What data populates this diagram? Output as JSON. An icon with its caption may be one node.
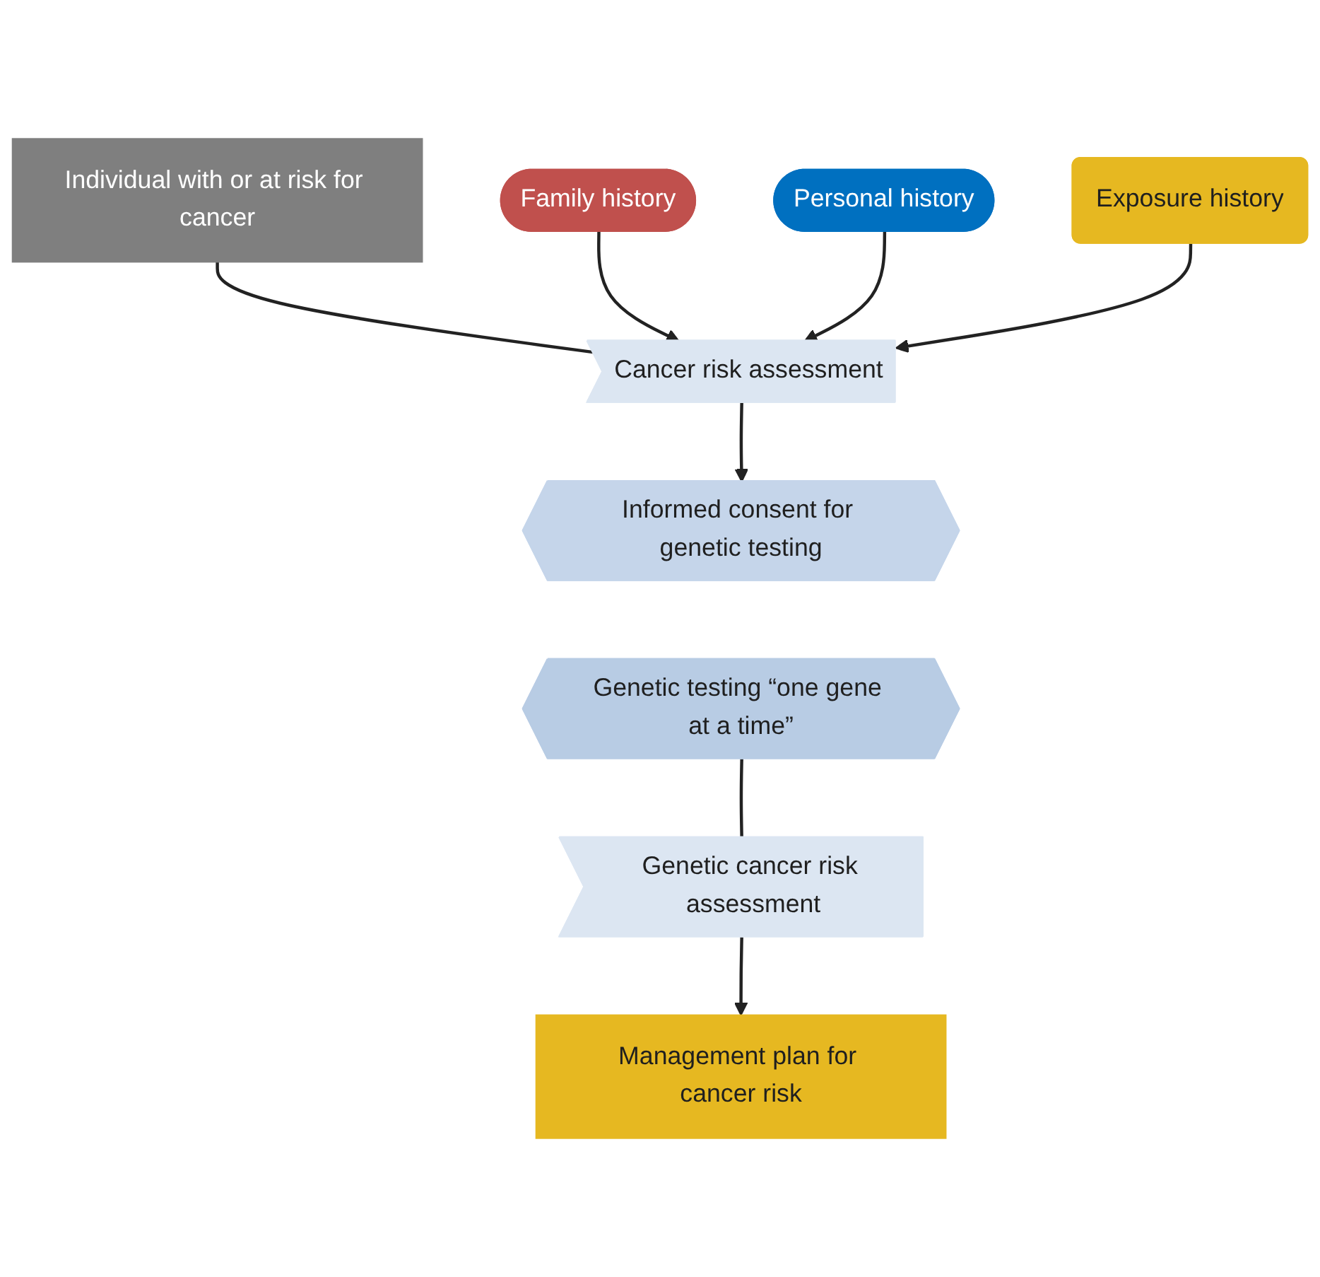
{
  "diagram": {
    "nodes": [
      {
        "text": [
          "Individual with or at risk for cancer"
        ]
      },
      {
        "text": [
          "Family history"
        ]
      },
      {
        "text": [
          "Cancer risk assessment"
        ]
      },
      {
        "text": [
          "Personal history"
        ]
      },
      {
        "text": [
          "Exposure history"
        ]
      },
      {
        "text": [
          "Informed consent for genetic testing"
        ]
      },
      {
        "text": [
          "Genetic testing “one gene at a time”"
        ]
      },
      {
        "text": [
          "Genetic cancer risk assessment"
        ]
      },
      {
        "text": [
          "Management plan for cancer risk"
        ]
      }
    ],
    "edges": [
      {
        "from": 0,
        "to": 2,
        "arrow": "none"
      },
      {
        "from": 1,
        "to": 2,
        "arrow": "to"
      },
      {
        "from": 3,
        "to": 2,
        "arrow": "to"
      },
      {
        "from": 4,
        "to": 2,
        "arrow": "to"
      },
      {
        "from": 2,
        "to": 5,
        "arrow": "to"
      },
      {
        "from": 6,
        "to": 7,
        "arrow": "none"
      },
      {
        "from": 7,
        "to": 8,
        "arrow": "to"
      }
    ]
  }
}
